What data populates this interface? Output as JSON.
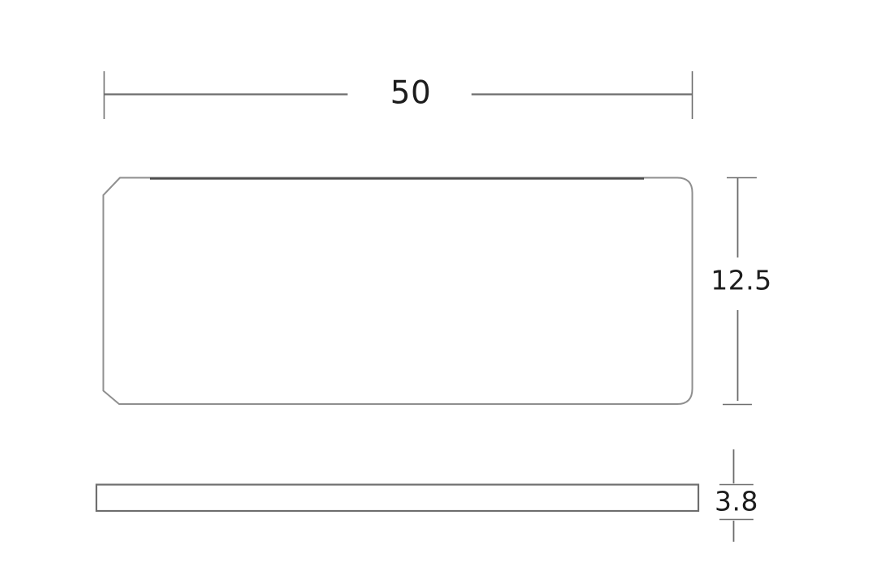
{
  "drawing": {
    "type": "technical-dimension-drawing",
    "views": {
      "front_view": "rectangular plate, chamfered left corners, rounded right corners",
      "side_view": "thin flat bar"
    },
    "dimensions": {
      "width": {
        "label": "50"
      },
      "height": {
        "label": "12.5"
      },
      "thickness": {
        "label": "3.8"
      }
    },
    "colors": {
      "background": "#ffffff",
      "outline": "#8f8f8f",
      "edge_dark": "#4a4a4a",
      "dimension_line": "#6e6e6e",
      "side_view_outline": "#6e6e6e",
      "text": "#1c1c1c"
    }
  }
}
